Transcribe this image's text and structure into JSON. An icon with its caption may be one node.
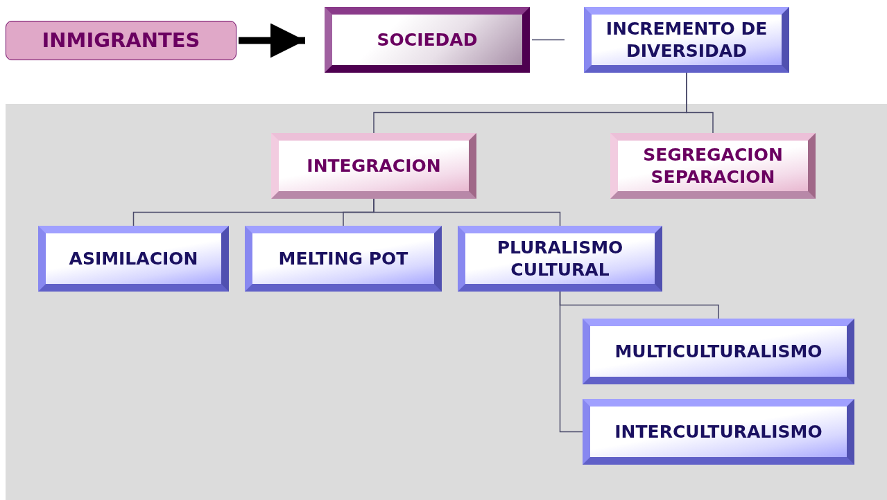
{
  "diagram": {
    "nodes": [
      {
        "text": [
          "INMIGRANTES"
        ]
      },
      {
        "text": [
          "SOCIEDAD"
        ]
      },
      {
        "text": [
          "INCREMENTO DE DIVERSIDAD"
        ]
      },
      {
        "text": [
          "INTEGRACION"
        ]
      },
      {
        "text": [
          "SEGREGACION SEPARACION"
        ]
      },
      {
        "text": [
          "ASIMILACION"
        ]
      },
      {
        "text": [
          "MELTING POT"
        ]
      },
      {
        "text": [
          "PLURALISMO CULTURAL"
        ]
      },
      {
        "text": [
          "MULTICULTURALISMO"
        ]
      },
      {
        "text": [
          "INTERCULTURALISMO"
        ]
      }
    ],
    "edges": [
      {
        "from": 0,
        "to": 1,
        "arrow": "to",
        "style": "thick",
        "color": "#000000"
      },
      {
        "from": 1,
        "to": 2,
        "arrow": "none"
      },
      {
        "from": 2,
        "to": 3,
        "arrow": "none"
      },
      {
        "from": 2,
        "to": 4,
        "arrow": "none"
      },
      {
        "from": 3,
        "to": 5,
        "arrow": "none"
      },
      {
        "from": 3,
        "to": 6,
        "arrow": "none"
      },
      {
        "from": 3,
        "to": 7,
        "arrow": "none"
      },
      {
        "from": 7,
        "to": 8,
        "arrow": "none"
      },
      {
        "from": 7,
        "to": 9,
        "arrow": "none"
      }
    ]
  }
}
